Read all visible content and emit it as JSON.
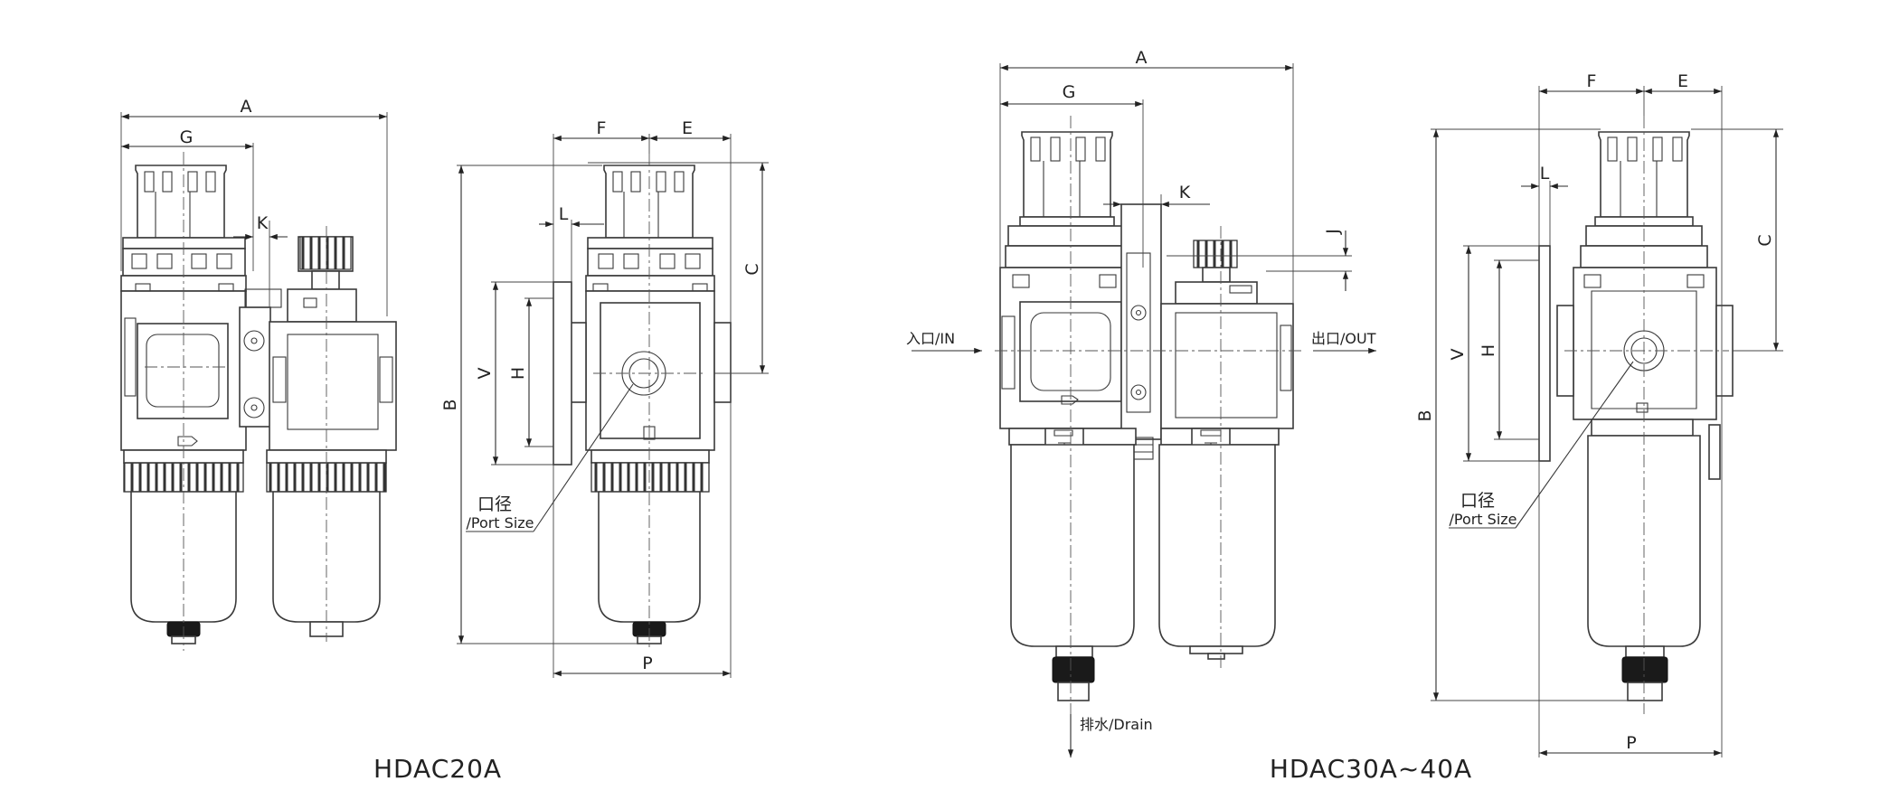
{
  "dimension_labels": {
    "A": "A",
    "B": "B",
    "C": "C",
    "E": "E",
    "F": "F",
    "G": "G",
    "H": "H",
    "J": "J",
    "K": "K",
    "L": "L",
    "P": "P",
    "V": "V"
  },
  "annotations": {
    "port_size_cn": "口径",
    "port_size_en": "/Port Size",
    "inlet": "入口/IN",
    "outlet": "出口/OUT",
    "drain": "排水/Drain"
  },
  "captions": {
    "small_model": "HDAC20A",
    "large_model": "HDAC30A~40A"
  },
  "colors": {
    "line": "#3a3a3a",
    "background": "#ffffff"
  }
}
